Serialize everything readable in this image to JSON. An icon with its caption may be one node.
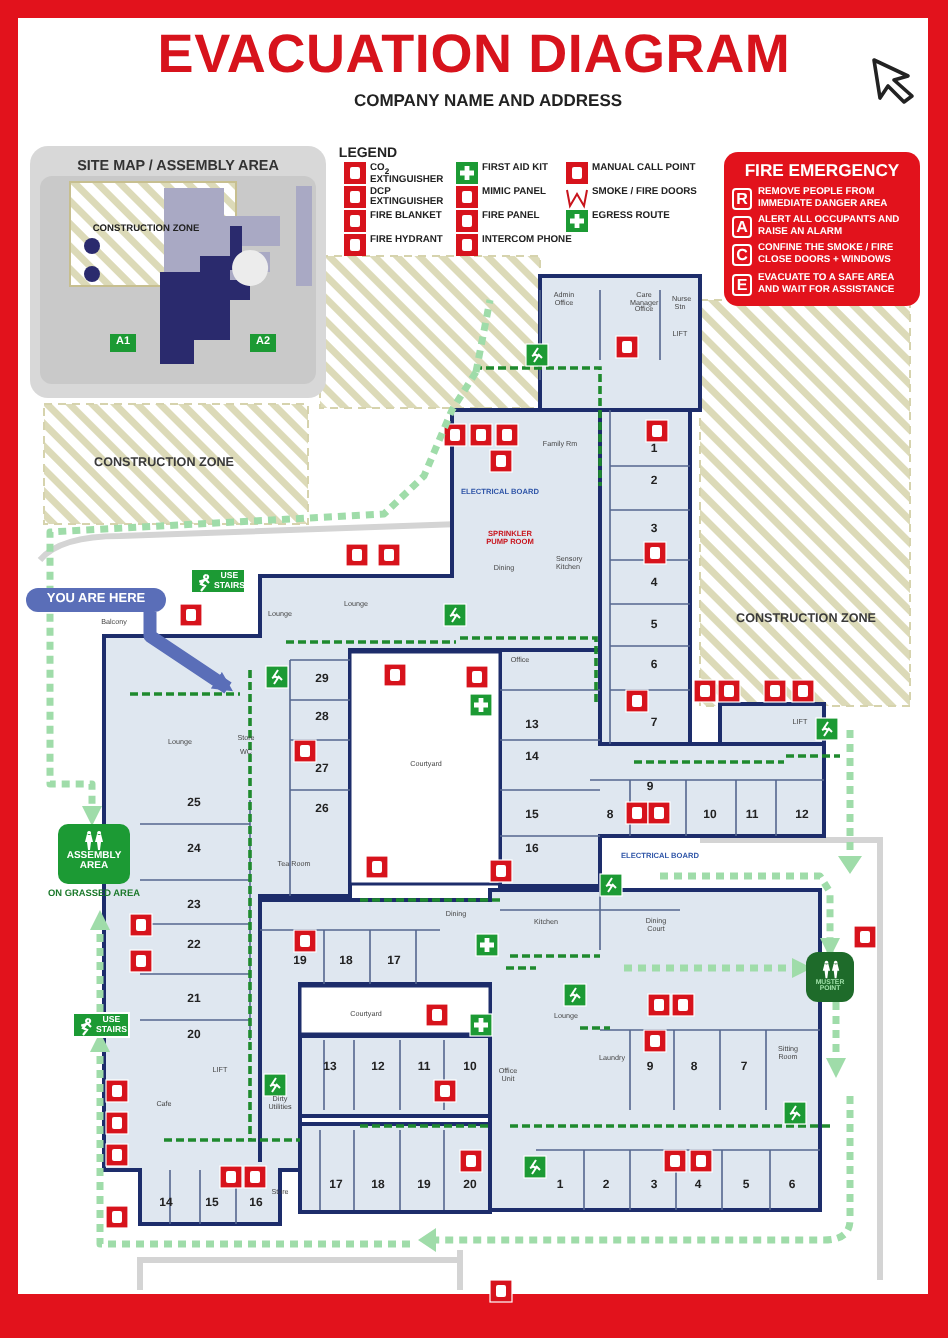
{
  "diagram": {
    "title": "EVACUATION DIAGRAM",
    "nodes": [
      {
        "text": [
          "SITE MAP / ASSEMBLY AREA"
        ]
      },
      {
        "text": [
          "A1"
        ],
        "in": 0
      },
      {
        "text": [
          "A2"
        ],
        "in": 0
      },
      {
        "text": [
          "FIRE EMERGENCY"
        ]
      },
      {
        "text": [
          "R",
          "REMOVE PEOPLE FROM IMMEDIATE DANGER AREA"
        ],
        "in": 3
      },
      {
        "text": [
          "A",
          "ALERT ALL OCCUPANTS AND RAISE AN ALARM"
        ],
        "in": 3
      },
      {
        "text": [
          "C",
          "CONFINE THE SMOKE / FIRE CLOSE DOORS + WINDOWS"
        ],
        "in": 3
      },
      {
        "text": [
          "E",
          "EVACUATE TO A SAFE AREA AND WAIT FOR ASSISTANCE"
        ],
        "in": 3
      },
      {
        "text": [
          "YOU ARE HERE"
        ]
      },
      {
        "text": [
          "ASSEMBLY AREA"
        ],
        "beside": [
          "ON GRASSED AREA"
        ]
      },
      {
        "text": [
          "MUSTER POINT"
        ]
      },
      {
        "text": [
          "USE STAIRS"
        ]
      },
      {
        "text": [
          "USE STAIRS"
        ]
      }
    ],
    "edges": [
      {
        "from": null,
        "to": 9,
        "arrow": "to",
        "style": "dashed"
      },
      {
        "from": null,
        "to": 12,
        "arrow": "to",
        "style": "dashed"
      },
      {
        "from": null,
        "to": 10,
        "arrow": "to",
        "style": "dashed"
      },
      {
        "from": null,
        "to": 10,
        "arrow": "to",
        "style": "dashed"
      },
      {
        "from": 10,
        "to": null,
        "arrow": "to",
        "style": "dashed"
      },
      {
        "from": 8,
        "to": null,
        "arrow": "to",
        "style": "thick",
        "color": "#5a6eb8"
      },
      {
        "from": 12,
        "to": 9,
        "arrow": "to",
        "style": "dashed"
      }
    ],
    "labels": [
      "COMPANY NAME AND ADDRESS",
      "LEGEND",
      "CONSTRUCTION ZONE",
      "CONSTRUCTION ZONE",
      "Admin Office",
      "Care Manager Office",
      "Nurse Stn",
      "LIFT",
      "CONSTRUCTION ZONE",
      "ELECTRICAL BOARD",
      "Family Rm",
      "SPRINKLER PUMP ROOM",
      "Dining",
      "Sensory Kitchen",
      "1",
      "2",
      "3",
      "4",
      "5",
      "6",
      "7",
      "Lounge",
      "Lounge",
      "Balcony",
      "Lounge",
      "29",
      "28",
      "27",
      "26",
      "Store",
      "WC",
      "Courtyard",
      "Office",
      "13",
      "14",
      "15",
      "16",
      "8",
      "9",
      "10",
      "11",
      "12",
      "LIFT",
      "25",
      "Tea Room",
      "24",
      "23",
      "22",
      "21",
      "20",
      "Dining",
      "19",
      "18",
      "17",
      "Courtyard",
      "13",
      "12",
      "11",
      "10",
      "LIFT",
      "Cafe",
      "Dirty Utilities",
      "14",
      "15",
      "16",
      "Store",
      "17",
      "18",
      "19",
      "20",
      "ELECTRICAL BOARD",
      "Kitchen",
      "Dining Court",
      "Lounge",
      "Office Unit",
      "Laundry",
      "9",
      "8",
      "7",
      "Sitting Room",
      "1",
      "2",
      "3",
      "4",
      "5",
      "6"
    ],
    "legend": [
      {
        "text": "CO$_{2}$ EXTINGUISHER"
      },
      {
        "text": "DCP EXTINGUISHER"
      },
      {
        "text": "FIRE BLANKET"
      },
      {
        "text": "FIRE HYDRANT"
      },
      {
        "text": "FIRST AID KIT"
      },
      {
        "text": "MIMIC PANEL"
      },
      {
        "text": "FIRE PANEL"
      },
      {
        "text": "INTERCOM PHONE"
      },
      {
        "text": "MANUAL CALL POINT"
      },
      {
        "text": "SMOKE / FIRE DOORS"
      },
      {
        "text": "EGRESS ROUTE"
      }
    ]
  }
}
